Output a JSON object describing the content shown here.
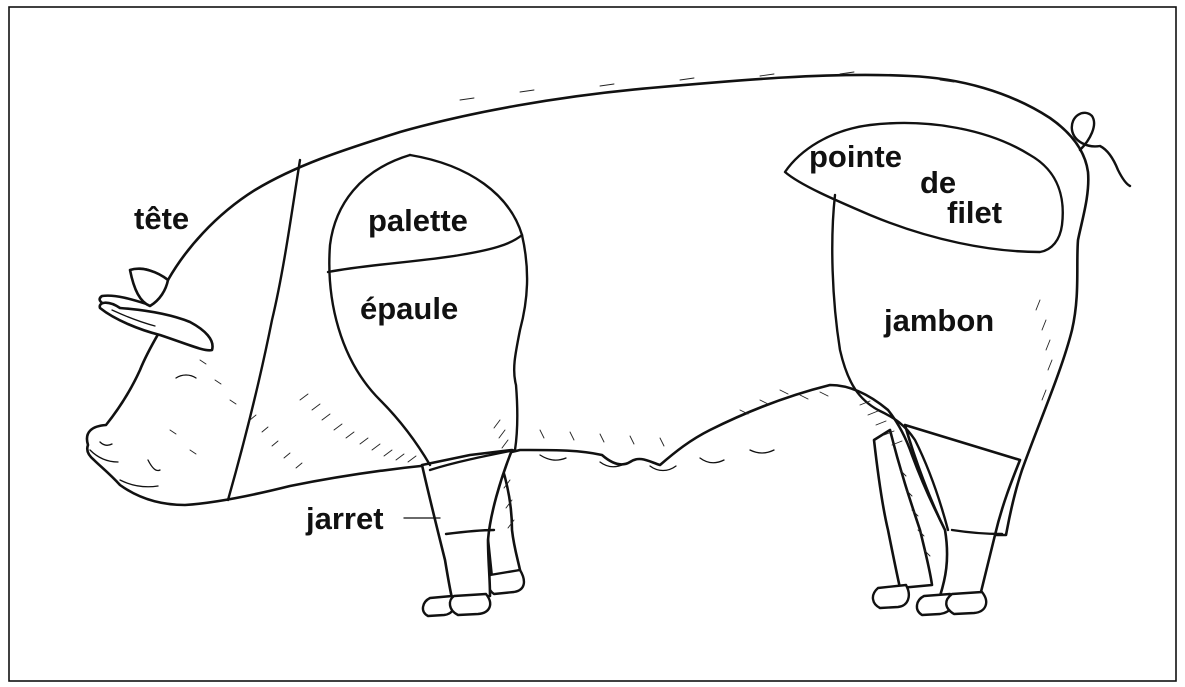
{
  "diagram": {
    "colors": {
      "ink": "#111111",
      "paper": "#ffffff"
    },
    "labels": {
      "tete": "tête",
      "palette": "palette",
      "epaule": "épaule",
      "jarret": "jarret",
      "pointe": "pointe",
      "de": "de",
      "filet": "filet",
      "jambon": "jambon"
    }
  }
}
